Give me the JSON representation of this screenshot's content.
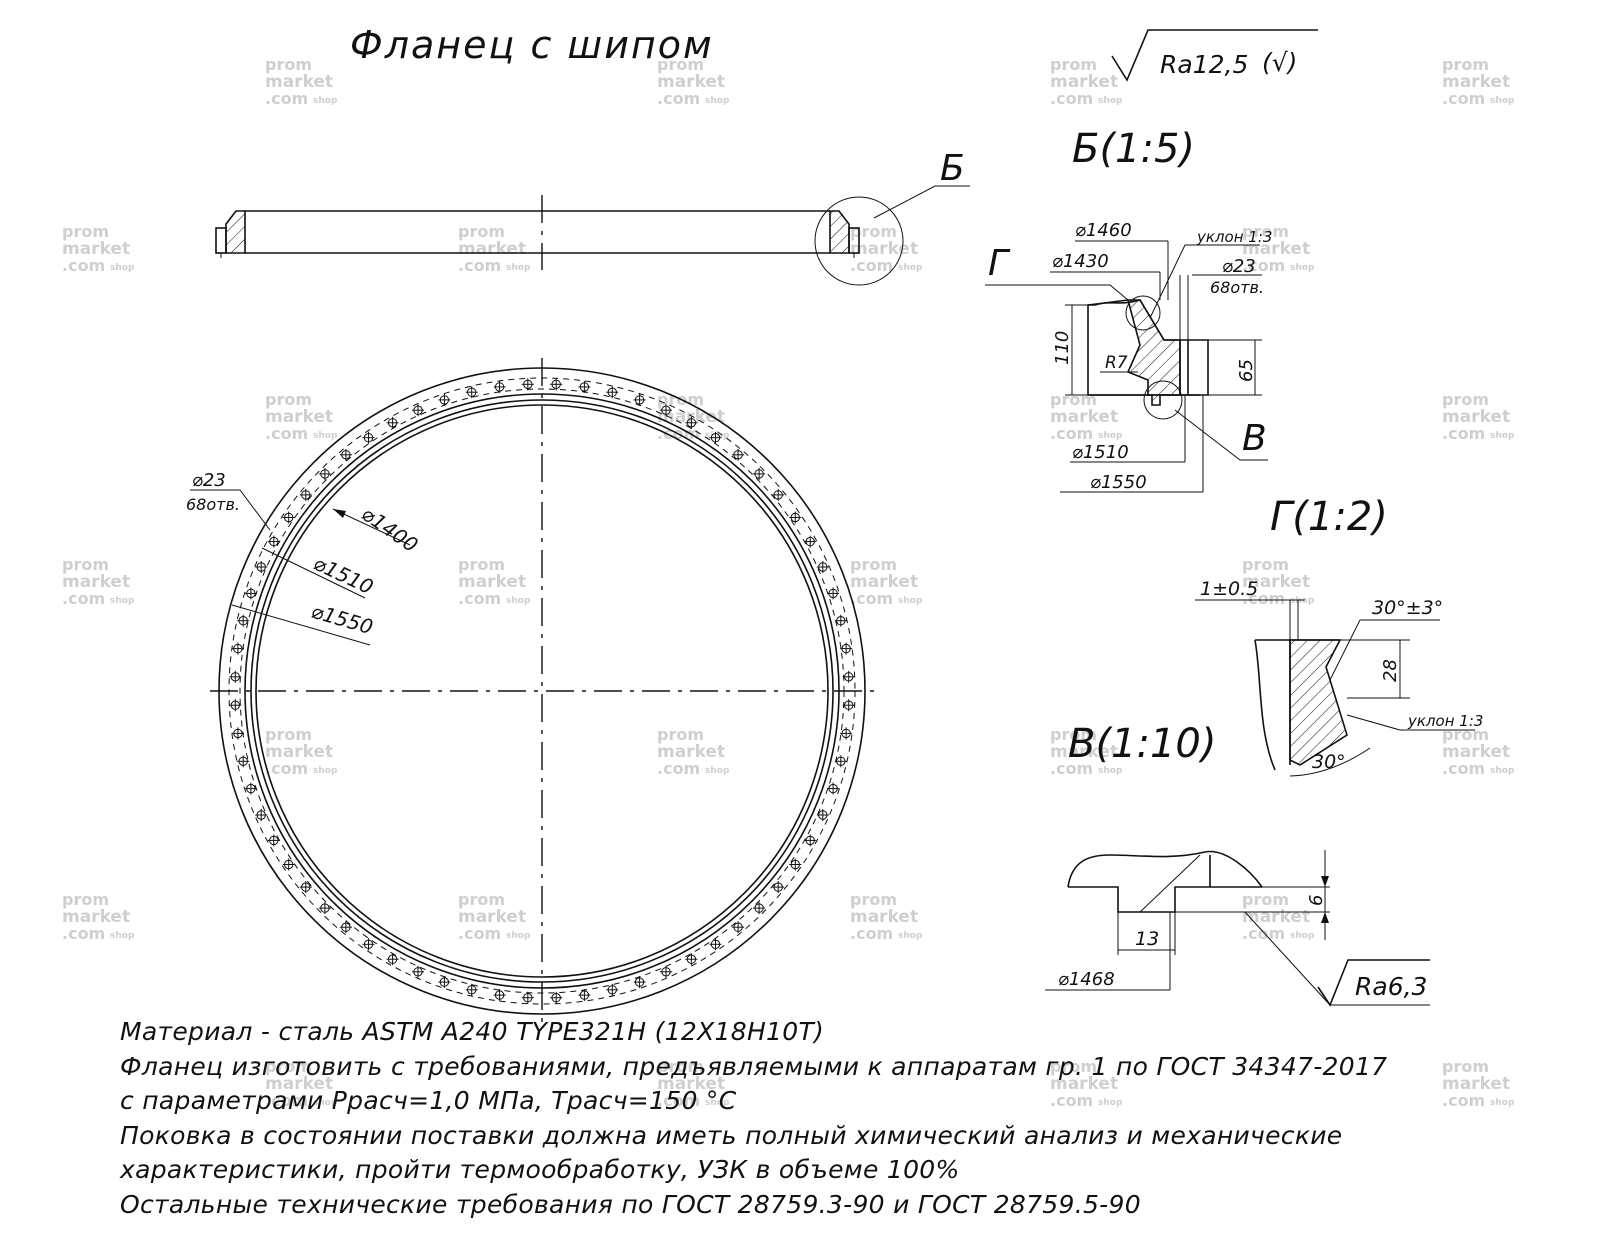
{
  "title": "Фланец  с  шипом",
  "roughness_general": "Ra12,5",
  "roughness_check": "(√)",
  "roughness_local": "Ra6,3",
  "plan_view": {
    "hole_dia": "⌀23",
    "hole_count": "68отв.",
    "d_inner": "⌀1400",
    "d_bolt_circle": "⌀1510",
    "d_outer": "⌀1550",
    "holes": 68
  },
  "side_view": {
    "detail_ref": "Б"
  },
  "detail_b": {
    "heading": "Б(1:5)",
    "d1460": "⌀1460",
    "d1430": "⌀1430",
    "slope": "уклон 1:3",
    "hole_dia": "⌀23",
    "hole_count": "68отв.",
    "h110": "110",
    "radius": "R7",
    "h65": "65",
    "d1510": "⌀1510",
    "d1550": "⌀1550",
    "ref_g": "Г",
    "ref_v": "В"
  },
  "detail_g": {
    "heading": "Г(1:2)",
    "tol": "1±0.5",
    "angle_top": "30°±3°",
    "h28": "28",
    "slope": "уклон 1:3",
    "angle_bottom": "30°"
  },
  "detail_v": {
    "heading": "В(1:10)",
    "h6": "6",
    "w13": "13",
    "d1468": "⌀1468"
  },
  "notes": [
    "Материал - сталь ASTM A240 TYPE321H (12Х18Н10Т)",
    "Фланец изготовить с требованиями, предъявляемыми к аппаратам гр. 1 по ГОСТ 34347-2017",
    "с параметрами Ррасч=1,0 МПа, Трасч=150 °С",
    "Поковка  в состоянии поставки должна иметь полный химический анализ и механические",
    "характеристики, пройти термообработку, УЗК в объеме 100%",
    "Остальные технические требования по ГОСТ 28759.3-90 и ГОСТ 28759.5-90"
  ],
  "watermark": {
    "line1": "prom",
    "line2": "market",
    "line3": ".com",
    "tag": "shop"
  }
}
